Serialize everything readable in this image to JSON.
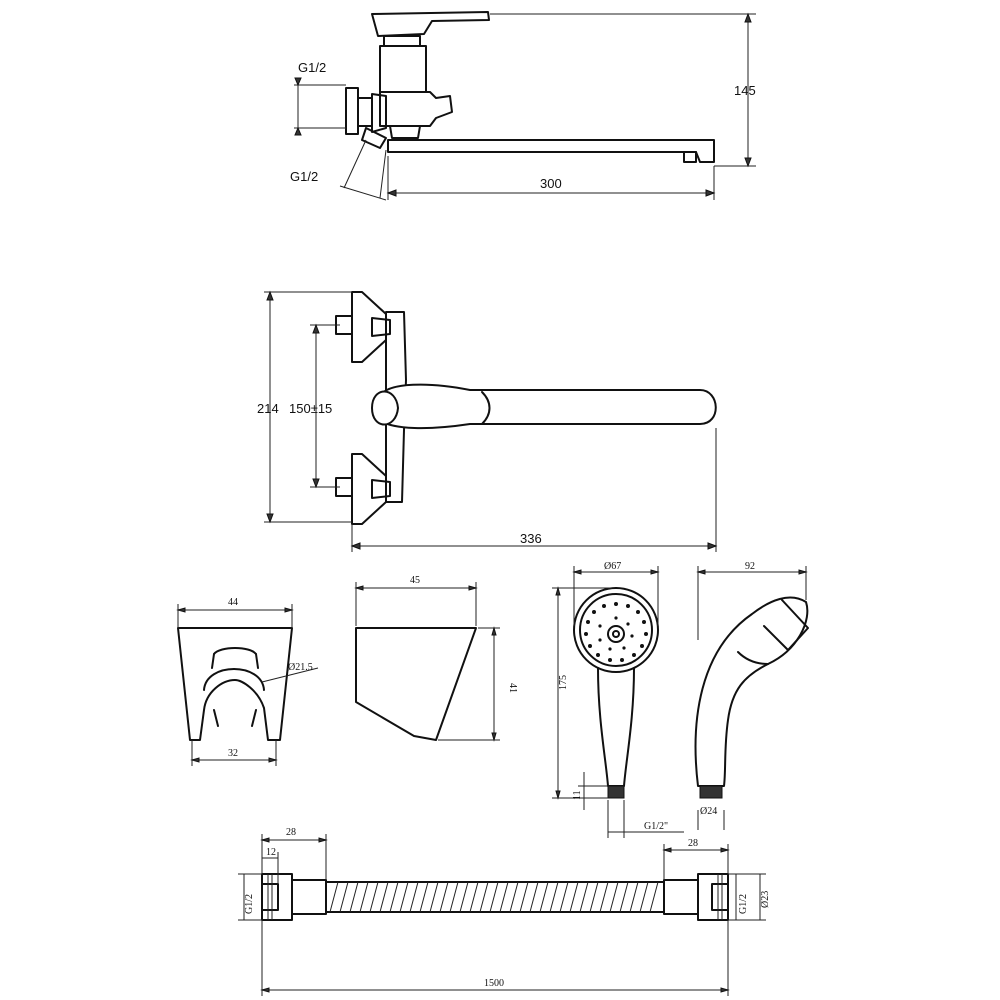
{
  "side_view": {
    "inlet_top": "G1/2",
    "inlet_bottom": "G1/2",
    "height": "145",
    "spout_length": "300"
  },
  "top_view": {
    "total_width": "214",
    "centre_distance": "150±15",
    "total_length": "336"
  },
  "holder": {
    "width": "44",
    "diameter": "Ø21.5",
    "bottom_width": "32"
  },
  "bracket": {
    "width": "45",
    "height": "41"
  },
  "shower_head": {
    "diameter": "Ø67",
    "length": "175",
    "thread_length": "11",
    "thread": "G1/2\""
  },
  "shower_side": {
    "depth": "92",
    "diameter": "Ø24"
  },
  "hose": {
    "nut_length_left": "28",
    "thread_length": "12",
    "thread_left": "G1/2",
    "nut_length_right": "28",
    "thread_right": "G1/2",
    "diameter": "Ø23",
    "length": "1500"
  }
}
